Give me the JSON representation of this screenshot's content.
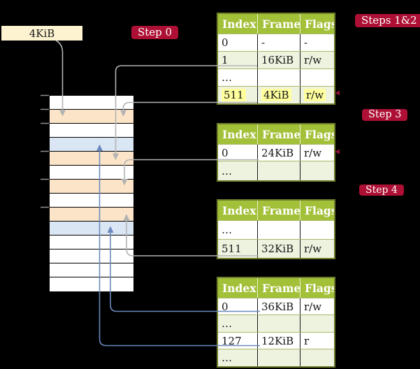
{
  "colors": {
    "background": "#000000",
    "headGreen": "#a3c039",
    "paleGreen": "#eef3e0",
    "tableBorder": "#6f7d2c",
    "rowLine": "#aab96c",
    "badgeRed": "#ad1034",
    "nubRed": "#8c1130",
    "highlight": "#ffff9e",
    "peach": "#fce4c8",
    "lightblue": "#dbe6f5",
    "cream": "#fdf3d1",
    "grayLine": "#b3b3b3",
    "blueLine": "#6b89bd",
    "tick": "#8f8f8f"
  },
  "label_box": {
    "text": "4KiB"
  },
  "badges": [
    {
      "label": "Step 0"
    },
    {
      "label": "Steps 1&2"
    },
    {
      "label": "Step 3"
    },
    {
      "label": "Step 4"
    }
  ],
  "memory": {
    "rows": [
      "white",
      "peach",
      "white",
      "blue",
      "peach",
      "white",
      "peach",
      "white",
      "peach",
      "blue",
      "white",
      "white",
      "white",
      "white"
    ]
  },
  "tables": [
    {
      "headers": [
        "Index",
        "Frame",
        "Flags"
      ],
      "rows": [
        {
          "cells": [
            "0",
            "-",
            "-"
          ],
          "shade": false,
          "highlight": false
        },
        {
          "cells": [
            "1",
            "16KiB",
            "r/w"
          ],
          "shade": true,
          "highlight": false
        },
        {
          "cells": [
            "…",
            "",
            ""
          ],
          "shade": false,
          "highlight": false
        },
        {
          "cells": [
            "511",
            "4KiB",
            "r/w"
          ],
          "shade": true,
          "highlight": true
        }
      ]
    },
    {
      "headers": [
        "Index",
        "Frame",
        "Flags"
      ],
      "rows": [
        {
          "cells": [
            "0",
            "24KiB",
            "r/w"
          ],
          "shade": false,
          "highlight": false
        },
        {
          "cells": [
            "…",
            "",
            ""
          ],
          "shade": true,
          "highlight": false
        }
      ]
    },
    {
      "headers": [
        "Index",
        "Frame",
        "Flags"
      ],
      "rows": [
        {
          "cells": [
            "…",
            "",
            ""
          ],
          "shade": false,
          "highlight": false
        },
        {
          "cells": [
            "511",
            "32KiB",
            "r/w"
          ],
          "shade": true,
          "highlight": false
        }
      ]
    },
    {
      "headers": [
        "Index",
        "Frame",
        "Flags"
      ],
      "rows": [
        {
          "cells": [
            "0",
            "36KiB",
            "r/w"
          ],
          "shade": false,
          "highlight": false
        },
        {
          "cells": [
            "…",
            "",
            ""
          ],
          "shade": true,
          "highlight": false
        },
        {
          "cells": [
            "127",
            "12KiB",
            "r"
          ],
          "shade": false,
          "highlight": false
        },
        {
          "cells": [
            "…",
            "",
            ""
          ],
          "shade": true,
          "highlight": false
        }
      ]
    }
  ]
}
